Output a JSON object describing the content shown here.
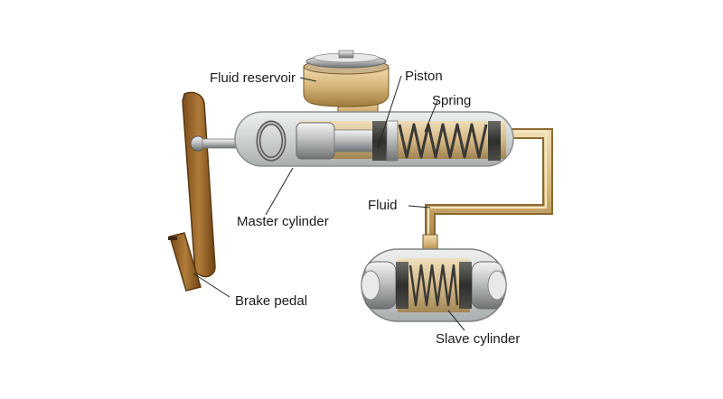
{
  "labels": {
    "fluid_reservoir": "Fluid reservoir",
    "piston": "Piston",
    "spring": "Spring",
    "fluid": "Fluid",
    "master_cylinder": "Master cylinder",
    "brake_pedal": "Brake pedal",
    "slave_cylinder": "Slave cylinder"
  },
  "colors": {
    "fluid": "#d6b478",
    "pedal": "#9c6a2c",
    "metal": "#b9bcbd",
    "cylinder_glass": "#d9dcdc"
  },
  "icons": [
    "brake-pedal-icon",
    "master-cylinder-icon",
    "fluid-reservoir-icon",
    "spring-icon",
    "piston-icon",
    "fluid-pipe-icon",
    "slave-cylinder-icon"
  ]
}
